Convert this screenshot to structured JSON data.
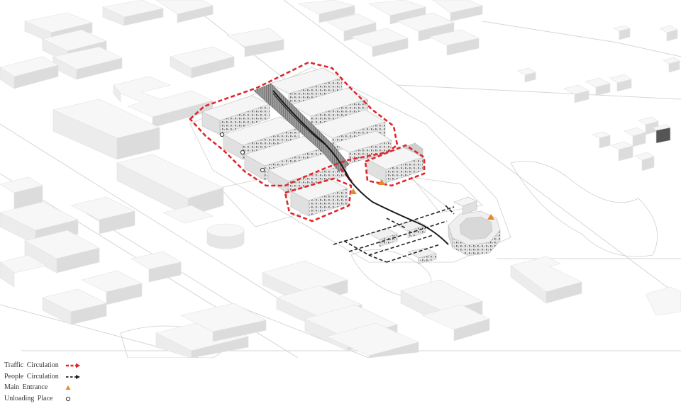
{
  "legend": {
    "items": [
      {
        "key": "traffic",
        "label": "Traffic  Circulation",
        "symbol": "red-dashed-arrow"
      },
      {
        "key": "people",
        "label": "People  Circulation",
        "symbol": "black-dashed-arrow"
      },
      {
        "key": "entrance",
        "label": "Main Entrance",
        "symbol": "orange-triangle"
      },
      {
        "key": "unloading",
        "label": "Unloading Place",
        "symbol": "hollow-circle"
      }
    ]
  },
  "colors": {
    "background": "#ffffff",
    "block_top": "#f7f7f7",
    "block_side_light": "#ececec",
    "block_side_dark": "#dcdcdc",
    "road": "#cfcfcf",
    "traffic": "#e0262b",
    "people": "#222222",
    "entrance": "#e48a2c",
    "unloading": "#333333"
  }
}
